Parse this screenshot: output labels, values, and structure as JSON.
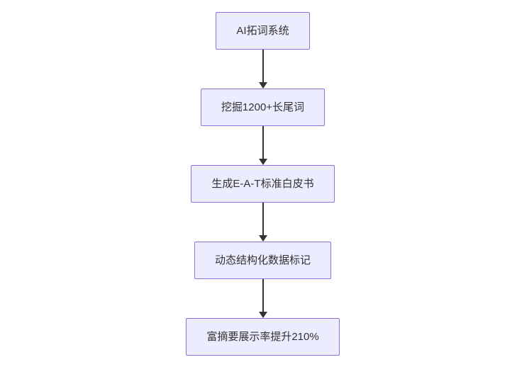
{
  "diagram": {
    "type": "flowchart",
    "direction": "top-down",
    "nodes": [
      {
        "id": "n1",
        "label": "AI拓词系统"
      },
      {
        "id": "n2",
        "label": "挖掘1200+长尾词"
      },
      {
        "id": "n3",
        "label": "生成E-A-T标准白皮书"
      },
      {
        "id": "n4",
        "label": "动态结构化数据标记"
      },
      {
        "id": "n5",
        "label": "富摘要展示率提升210%"
      }
    ],
    "edges": [
      {
        "from": "n1",
        "to": "n2"
      },
      {
        "from": "n2",
        "to": "n3"
      },
      {
        "from": "n3",
        "to": "n4"
      },
      {
        "from": "n4",
        "to": "n5"
      }
    ],
    "colors": {
      "node_fill": "#ECECFF",
      "node_border": "#9370DB",
      "text": "#333333",
      "arrow": "#333333",
      "background": "#ffffff"
    }
  }
}
